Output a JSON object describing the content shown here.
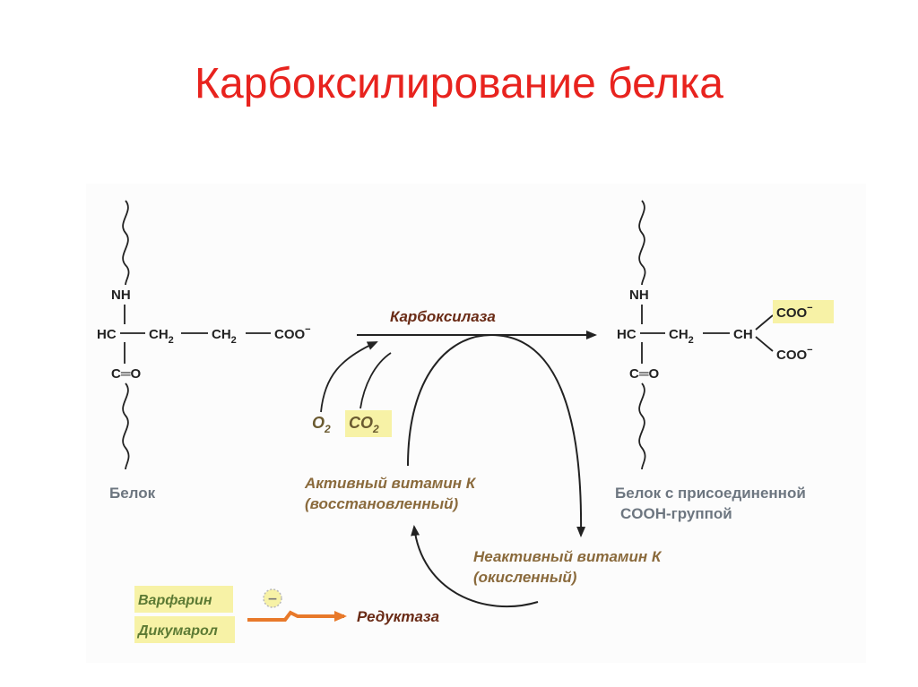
{
  "title": "Карбоксилирование белка",
  "colors": {
    "title": "#e8231e",
    "highlight": "#f7f2a6",
    "enzyme": "#6a2b16",
    "vitamin": "#8a6a3c",
    "inhibitor": "#5c7a34",
    "reductase_arrow": "#e8792a"
  },
  "left_molecule": {
    "nh": "NH",
    "hc": "HC",
    "ch2_a": "CH",
    "ch2_b": "CH",
    "sub2": "2",
    "coo": "COO",
    "charge": "−",
    "co": "C═O",
    "label": "Белок"
  },
  "right_molecule": {
    "nh": "NH",
    "hc": "HC",
    "ch2": "CH",
    "ch": "CH",
    "sub2": "2",
    "coo_top": "COO",
    "coo_bottom": "COO",
    "charge": "−",
    "co": "C═O",
    "label_line1": "Белок с присоединенной",
    "label_line2": "COOH-группой"
  },
  "enzyme_carboxylase": "Карбоксилаза",
  "gases": {
    "o": "O",
    "co": "CO",
    "sub2": "2"
  },
  "active_vitamin": {
    "line1": "Активный витамин К",
    "line2": "(восстановленный)"
  },
  "inactive_vitamin": {
    "line1": "Неактивный витамин К",
    "line2": "(окисленный)"
  },
  "inhibitors": {
    "warfarin": "Варфарин",
    "dicumarol": "Дикумарол",
    "minus": "−"
  },
  "enzyme_reductase": "Редуктаза"
}
